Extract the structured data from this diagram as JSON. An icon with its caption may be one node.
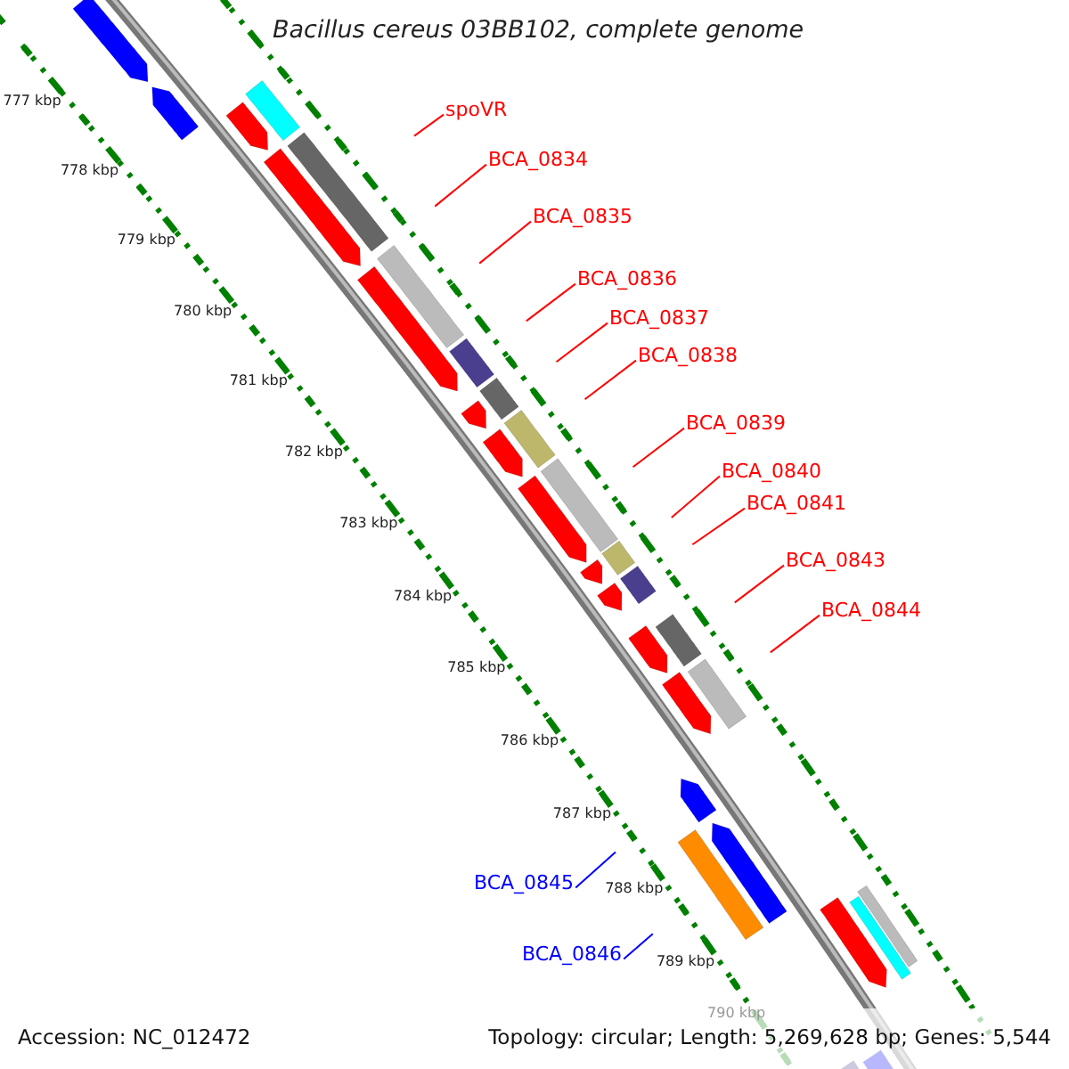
{
  "diagram": {
    "title": "Bacillus cereus 03BB102, complete genome",
    "nodes": [
      {
        "text": [
          "spoVR"
        ]
      },
      {
        "text": [
          "BCA_0834"
        ]
      },
      {
        "text": [
          "BCA_0835"
        ]
      },
      {
        "text": [
          "BCA_0836"
        ]
      },
      {
        "text": [
          "BCA_0837"
        ]
      },
      {
        "text": [
          "BCA_0838"
        ]
      },
      {
        "text": [
          "BCA_0839"
        ]
      },
      {
        "text": [
          "BCA_0840"
        ]
      },
      {
        "text": [
          "BCA_0841"
        ]
      },
      {
        "text": [
          "BCA_0843"
        ]
      },
      {
        "text": [
          "BCA_0844"
        ]
      },
      {
        "text": [
          "BCA_0845"
        ]
      },
      {
        "text": [
          "BCA_0846"
        ]
      }
    ],
    "edges": [
      {
        "from": 0,
        "to": null,
        "arrow": "none"
      },
      {
        "from": 1,
        "to": null,
        "arrow": "none"
      },
      {
        "from": 2,
        "to": null,
        "arrow": "none"
      },
      {
        "from": 3,
        "to": null,
        "arrow": "none"
      },
      {
        "from": 4,
        "to": null,
        "arrow": "none"
      },
      {
        "from": 5,
        "to": null,
        "arrow": "none"
      },
      {
        "from": 6,
        "to": null,
        "arrow": "none"
      },
      {
        "from": 7,
        "to": null,
        "arrow": "none"
      },
      {
        "from": 8,
        "to": null,
        "arrow": "none"
      },
      {
        "from": 9,
        "to": null,
        "arrow": "none"
      },
      {
        "from": 10,
        "to": null,
        "arrow": "none"
      },
      {
        "from": 11,
        "to": null,
        "arrow": "none",
        "color": "#0000ff"
      },
      {
        "from": 12,
        "to": null,
        "arrow": "none",
        "color": "#0000ff"
      }
    ],
    "labels": [
      "777 kbp",
      "778 kbp",
      "779 kbp",
      "780 kbp",
      "781 kbp",
      "782 kbp",
      "783 kbp",
      "784 kbp",
      "785 kbp",
      "786 kbp",
      "787 kbp",
      "788 kbp",
      "789 kbp",
      "790 kbp",
      "Accession: NC_012472",
      "Topology: circular; Length: 5,269,628 bp; Genes: 5,544"
    ]
  }
}
